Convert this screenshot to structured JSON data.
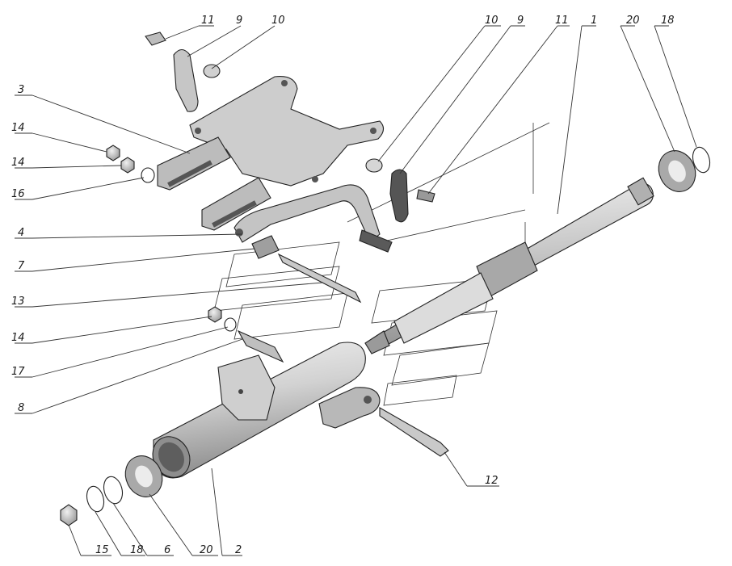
{
  "diagram": {
    "labels": {
      "l11a": "11",
      "l9a": "9",
      "l10a": "10",
      "l10b": "10",
      "l9b": "9",
      "l11b": "11",
      "l1": "1",
      "l20a": "20",
      "l18a": "18",
      "l3": "3",
      "l14a": "14",
      "l14b": "14",
      "l16": "16",
      "l4": "4",
      "l7": "7",
      "l13": "13",
      "l14c": "14",
      "l17": "17",
      "l8": "8",
      "l12": "12",
      "l15": "15",
      "l18b": "18",
      "l6": "6",
      "l20b": "20",
      "l2": "2"
    },
    "colors": {
      "metal_light": "#e6e6e6",
      "metal_mid": "#bdbdbd",
      "metal_dark": "#7a7a7a",
      "bracket": "#cfcfcf",
      "line": "#333333"
    }
  }
}
